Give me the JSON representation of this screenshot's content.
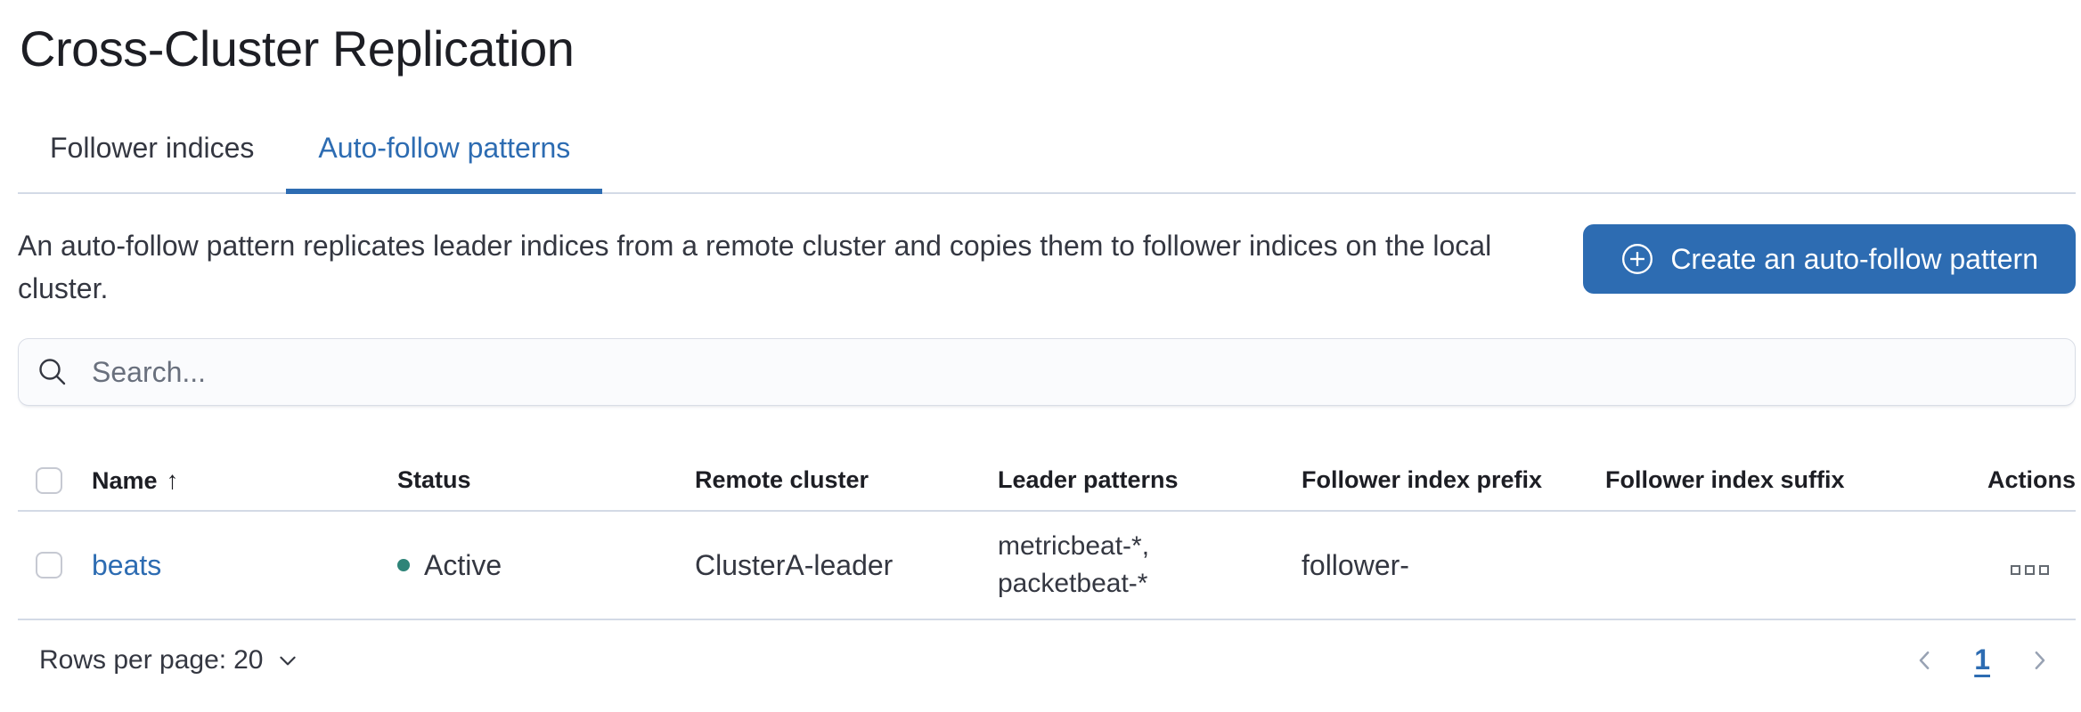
{
  "page": {
    "title": "Cross-Cluster Replication"
  },
  "tabs": [
    {
      "label": "Follower indices",
      "active": false
    },
    {
      "label": "Auto-follow patterns",
      "active": true
    }
  ],
  "description": "An auto-follow pattern replicates leader indices from a remote cluster and copies them to follower indices on the local cluster.",
  "create_button": {
    "label": "Create an auto-follow pattern",
    "icon": "plus-in-circle-icon"
  },
  "search": {
    "placeholder": "Search...",
    "icon": "search-icon",
    "value": ""
  },
  "table": {
    "columns": [
      "Name",
      "Status",
      "Remote cluster",
      "Leader patterns",
      "Follower index prefix",
      "Follower index suffix",
      "Actions"
    ],
    "sort": {
      "column": "Name",
      "direction": "ascending",
      "glyph": "↑"
    },
    "rows": [
      {
        "name": "beats",
        "status": "Active",
        "remote_cluster": "ClusterA-leader",
        "leader_patterns": [
          "metricbeat-*,",
          "packetbeat-*"
        ],
        "follower_index_prefix": "follower-",
        "follower_index_suffix": "",
        "actions_icon": "boxes-horizontal-icon"
      }
    ]
  },
  "pagination": {
    "rows_per_page_label": "Rows per page:",
    "rows_per_page_value": "20",
    "current_page": "1",
    "prev_icon": "chevron-left-icon",
    "next_icon": "chevron-right-icon"
  },
  "colors": {
    "primary": "#2d6cb2",
    "text": "#343741",
    "heading": "#1d1e24",
    "muted": "#69707d",
    "border": "#d3dae6",
    "success": "#2e8478",
    "search_bg": "#fafbfd"
  }
}
